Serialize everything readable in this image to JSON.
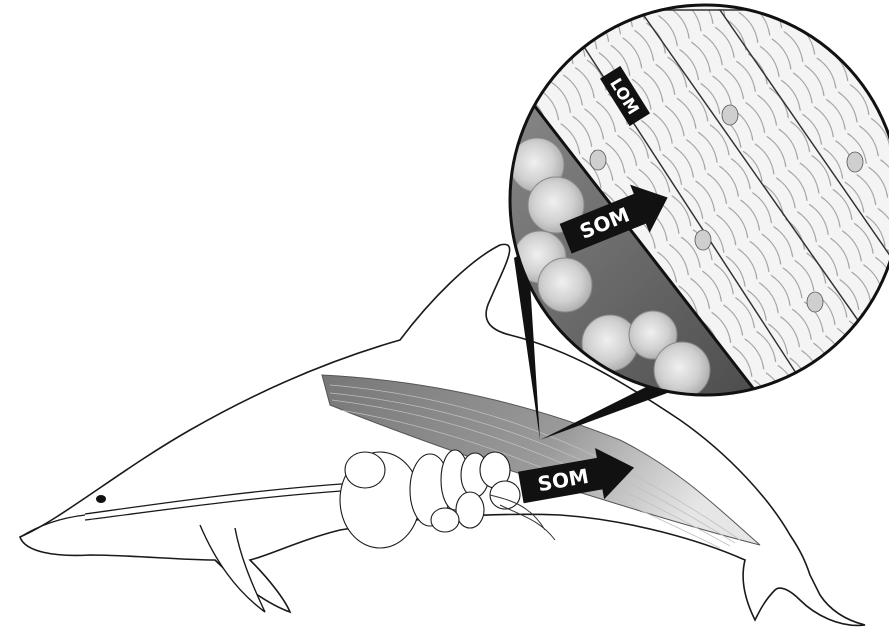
{
  "labels": {
    "lom": "LOM",
    "som_inset": "SOM",
    "som_body": "SOM"
  },
  "colors": {
    "outline": "#1a1a1a",
    "muscle": "#8c8c8c",
    "muscle_fiber": "#f2f2f2",
    "vessel": "#6e6e6e",
    "rbc": "#d4d4d4",
    "label_bg": "#111111",
    "label_text": "#ffffff",
    "background": "#ffffff"
  }
}
